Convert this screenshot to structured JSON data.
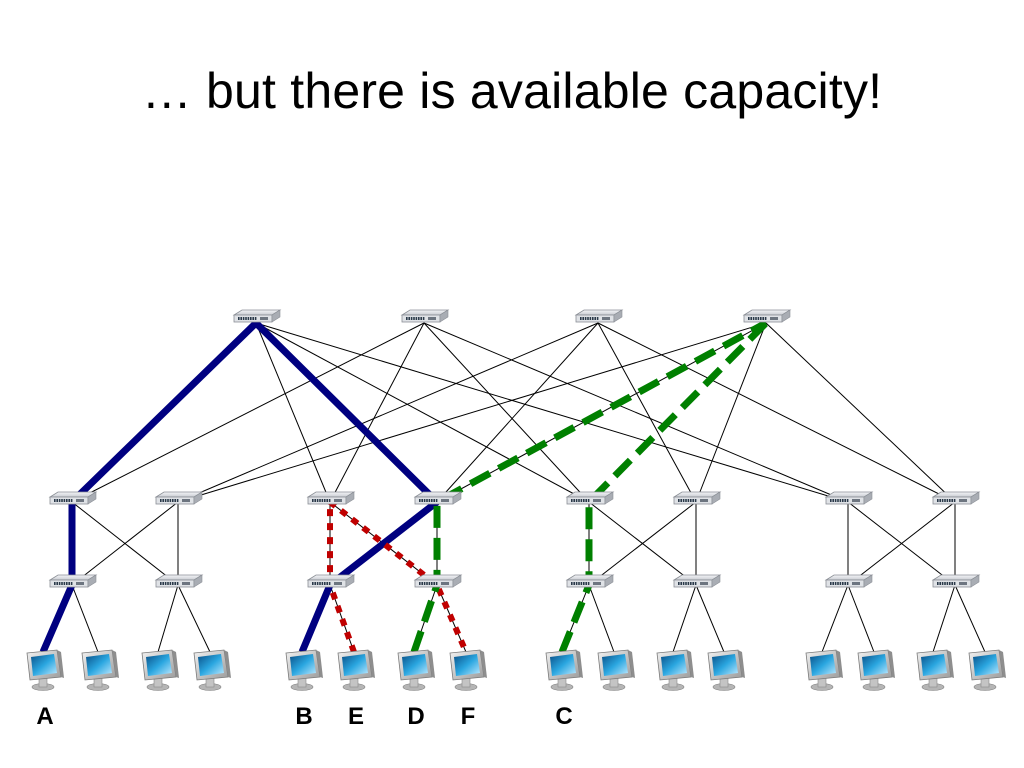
{
  "title": "… but there is available capacity!",
  "host_labels": [
    {
      "host": 0,
      "text": "A"
    },
    {
      "host": 4,
      "text": "B"
    },
    {
      "host": 5,
      "text": "E"
    },
    {
      "host": 6,
      "text": "D"
    },
    {
      "host": 7,
      "text": "F"
    },
    {
      "host": 8,
      "text": "C"
    }
  ],
  "colors": {
    "link": "#000000",
    "flow_blue": "#000080",
    "flow_red": "#c00000",
    "flow_green": "#008000"
  },
  "icons": {
    "switch": "network-switch-icon",
    "host": "computer-monitor-icon"
  },
  "flows": [
    {
      "name": "A",
      "color": "blue",
      "style": "solid",
      "path": [
        "h0",
        "e0",
        "a0",
        "c0",
        "a3"
      ]
    },
    {
      "name": "B",
      "color": "blue",
      "style": "solid",
      "path": [
        "h4",
        "e2",
        "a3"
      ]
    },
    {
      "name": "E-F",
      "color": "red",
      "style": "dotted",
      "path": [
        "h5",
        "e2",
        "a2",
        "e3",
        "h7"
      ]
    },
    {
      "name": "D",
      "color": "green",
      "style": "dashed",
      "path": [
        "h6",
        "e3",
        "a3",
        "c3"
      ]
    },
    {
      "name": "C",
      "color": "green",
      "style": "dashed",
      "path": [
        "h8",
        "e4",
        "a4",
        "c3"
      ]
    }
  ]
}
